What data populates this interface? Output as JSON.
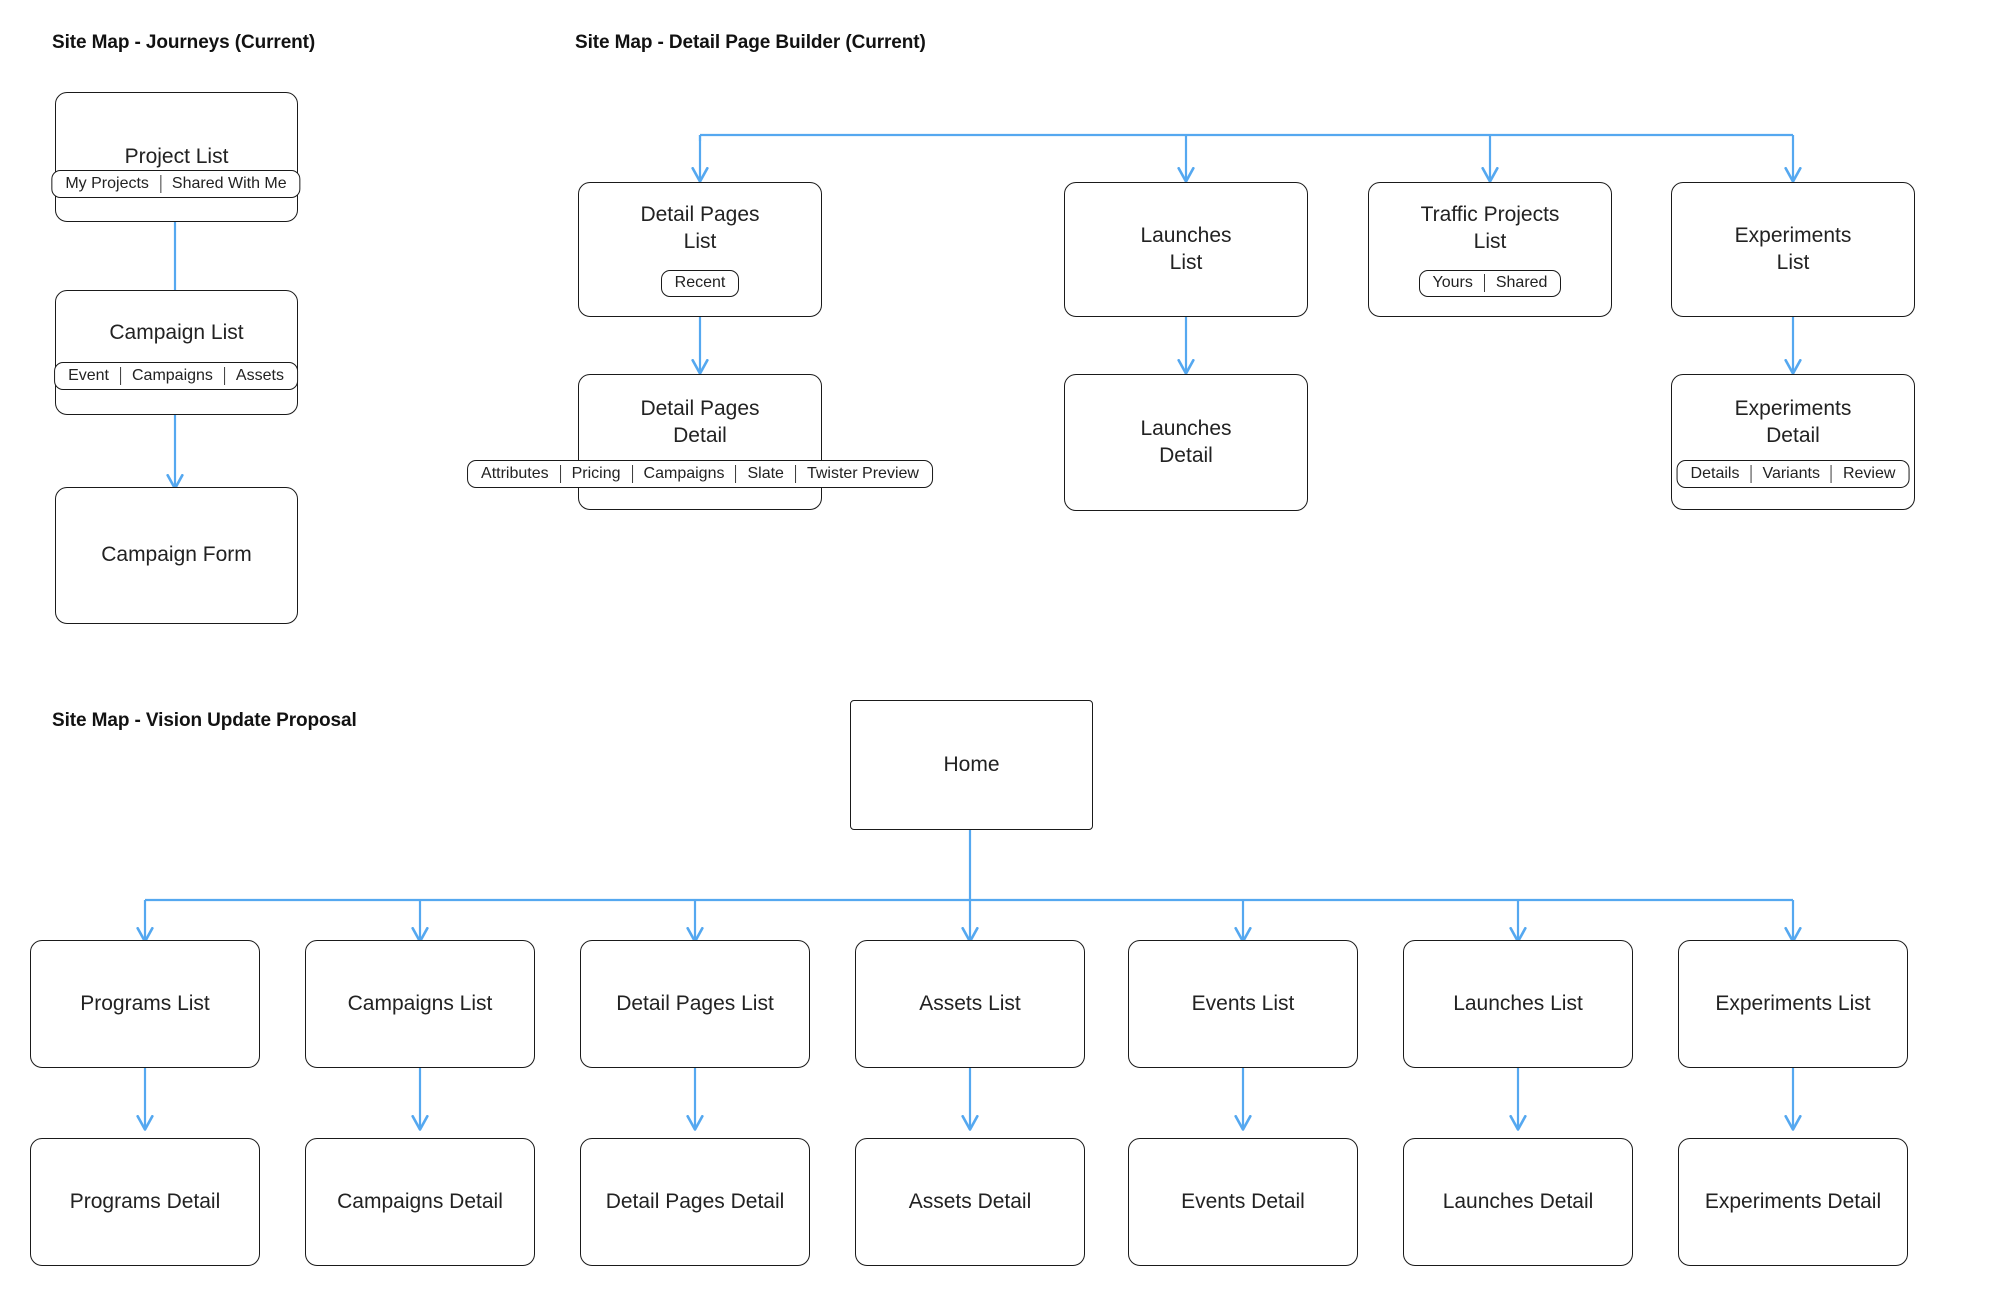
{
  "accent_color": "#55a8f0",
  "line_color": "#1a1a1a",
  "sections": {
    "journeys": {
      "title": "Site Map - Journeys (Current)",
      "nodes": {
        "project_list": {
          "label": "Project List",
          "tabs": [
            "My Projects",
            "Shared With Me"
          ]
        },
        "campaign_list": {
          "label": "Campaign List",
          "tabs": [
            "Event",
            "Campaigns",
            "Assets"
          ]
        },
        "campaign_form": {
          "label": "Campaign Form",
          "tabs": []
        }
      }
    },
    "detail_page_builder": {
      "title": "Site Map - Detail Page Builder (Current)",
      "nodes": {
        "detail_pages_list": {
          "label": "Detail Pages\nList",
          "tabs": [
            "Recent"
          ]
        },
        "detail_pages_detail": {
          "label": "Detail Pages\nDetail",
          "tabs": [
            "Attributes",
            "Pricing",
            "Campaigns",
            "Slate",
            "Twister Preview"
          ]
        },
        "launches_list": {
          "label": "Launches\nList",
          "tabs": []
        },
        "launches_detail": {
          "label": "Launches\nDetail",
          "tabs": []
        },
        "traffic_projects_list": {
          "label": "Traffic Projects\nList",
          "tabs": [
            "Yours",
            "Shared"
          ]
        },
        "experiments_list": {
          "label": "Experiments\nList",
          "tabs": []
        },
        "experiments_detail": {
          "label": "Experiments\nDetail",
          "tabs": [
            "Details",
            "Variants",
            "Review"
          ]
        }
      }
    },
    "vision": {
      "title": "Site Map - Vision Update Proposal",
      "home": {
        "label": "Home"
      },
      "columns": [
        {
          "list": "Programs List",
          "detail": "Programs Detail"
        },
        {
          "list": "Campaigns List",
          "detail": "Campaigns Detail"
        },
        {
          "list": "Detail Pages List",
          "detail": "Detail Pages Detail"
        },
        {
          "list": "Assets List",
          "detail": "Assets Detail"
        },
        {
          "list": "Events List",
          "detail": "Events Detail"
        },
        {
          "list": "Launches List",
          "detail": "Launches Detail"
        },
        {
          "list": "Experiments List",
          "detail": "Experiments Detail"
        }
      ]
    }
  }
}
